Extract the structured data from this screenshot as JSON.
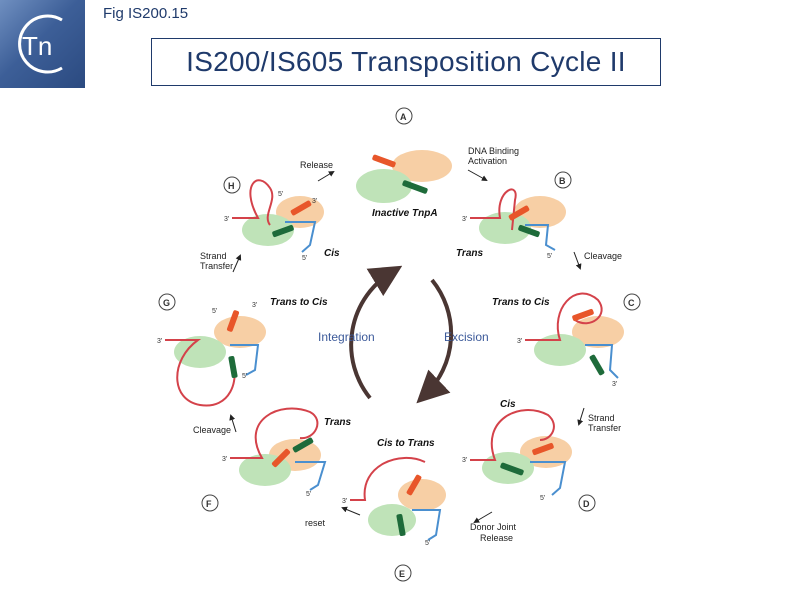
{
  "header": {
    "fig_label": "Fig IS200.15",
    "title": "IS200/IS605 Transposition Cycle II",
    "logo_text": "Tn"
  },
  "cycle": {
    "integration": "Integration",
    "excision": "Excision"
  },
  "panels": {
    "A": {
      "letter": "A",
      "stage": "Inactive TnpA"
    },
    "B": {
      "letter": "B",
      "stage": "Trans"
    },
    "C": {
      "letter": "C",
      "stage": "Trans to Cis"
    },
    "D": {
      "letter": "D",
      "stage": "Cis"
    },
    "E": {
      "letter": "E",
      "stage": "Cis to Trans"
    },
    "F": {
      "letter": "F",
      "stage": "Trans"
    },
    "G": {
      "letter": "G",
      "stage": "Trans to Cis"
    },
    "H": {
      "letter": "H",
      "stage": "Cis"
    }
  },
  "steps": {
    "release": "Release",
    "dna_binding_1": "DNA Binding",
    "dna_binding_2": "Activation",
    "cleavage_right": "Cleavage",
    "strand_transfer_right_1": "Strand",
    "strand_transfer_right_2": "Transfer",
    "donor_joint_1": "Donor Joint",
    "donor_joint_2": "Release",
    "reset": "reset",
    "cleavage_left": "Cleavage",
    "strand_transfer_left_1": "Strand",
    "strand_transfer_left_2": "Transfer"
  },
  "ends": {
    "five": "5'",
    "three": "3'"
  },
  "colors": {
    "navy": "#1f3a6b",
    "red_dna": "#d4424a",
    "blue_dna": "#4a8fcf",
    "orange_protein": "#e8562a",
    "green_protein": "#1e6b3a",
    "peach_blob": "#f7cfa5",
    "green_blob": "#bfe3b8",
    "cycle_arrow": "#4a3633"
  }
}
